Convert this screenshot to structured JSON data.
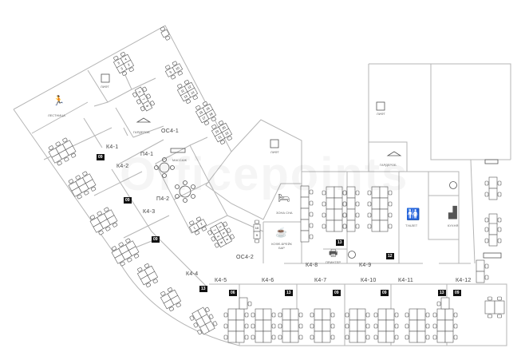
{
  "watermark": "Officepoints",
  "rooms": {
    "k4_1": "К4-1",
    "k4_2": "К4-2",
    "k4_3": "К4-3",
    "k4_4": "К4-4",
    "k4_5": "К4-5",
    "k4_6": "К4-6",
    "k4_7": "К4-7",
    "k4_8": "К4-8",
    "k4_9": "К4-9",
    "k4_10": "К4-10",
    "k4_11": "К4-11",
    "k4_12": "К4-12",
    "os4_1": "ОС4-1",
    "os4_2": "ОС4-2",
    "p4_1": "П4-1",
    "p4_2": "П4-2"
  },
  "badges": {
    "k4_1": "09",
    "k4_2": "09",
    "k4_3": "09",
    "k4_4": "13",
    "k4_5": "06",
    "k4_6": "13",
    "k4_7": "09",
    "k4_8": "13",
    "k4_9": "12",
    "k4_10": "09",
    "k4_11": "13",
    "k4_12": "09"
  },
  "facilities": {
    "stairs": "ЛЕСТНИЦА",
    "lift_1": "ЛИФТ",
    "wardrobe_1": "ГАРДЕРОБ",
    "massage": "МАССАЖ",
    "lift_2": "ЛИФТ",
    "sleep_zone": "ЗОНА СНА",
    "coffee_bar": "КОФЕ-БРЕЙК БАР",
    "printer": "ПРИНТЕР",
    "toilet": "ТУАЛЕТ",
    "kitchen": "КУХНЯ",
    "wardrobe_2": "ГАРДЕРОБ",
    "lift_3": "ЛИФТ"
  },
  "seats": {
    "os4_1": [
      "1",
      "2",
      "3",
      "4",
      "5",
      "6",
      "7",
      "8",
      "9",
      "10",
      "11",
      "12",
      "13",
      "14",
      "15",
      "16",
      "17",
      "18",
      "19",
      "20",
      "21",
      "22"
    ],
    "os4_2": [
      "1",
      "2",
      "3",
      "4",
      "5",
      "6",
      "7",
      "8",
      "9",
      "10"
    ]
  },
  "colors": {
    "wall": "#b5b5b5",
    "desk": "#555555",
    "badge": "#111111"
  }
}
